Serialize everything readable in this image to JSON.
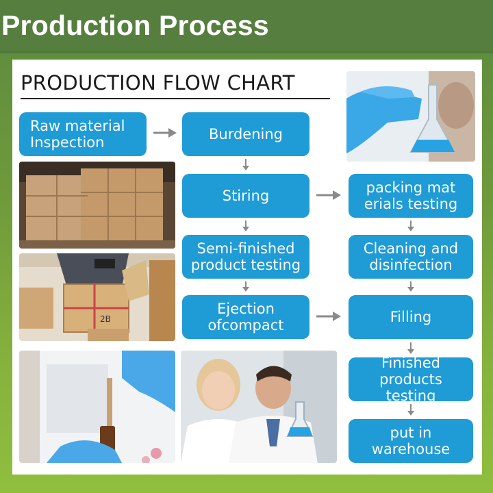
{
  "header": {
    "title": "Production Process"
  },
  "chart": {
    "title": "PRODUCTION FLOW CHART",
    "steps": {
      "raw_material": "Raw material\nInspection",
      "burdening": "Burdening",
      "stiring": "Stiring",
      "packing": "packing mat\nerials testing",
      "semi_finished": "Semi-finished\nproduct testing",
      "cleaning": "Cleaning and\ndisinfection",
      "ejection": "Ejection\nofcompact",
      "filling": "Filling",
      "finished": "Finished\nproducts testing",
      "warehouse": "put in\nwarehouse"
    }
  },
  "colors": {
    "box": "#1f9bd6",
    "arrow": "#8a8a8a",
    "header": "#567f3f"
  },
  "photos": [
    {
      "name": "lab-flask-photo"
    },
    {
      "name": "warehouse-boxes-photo"
    },
    {
      "name": "worker-scanning-photo"
    },
    {
      "name": "dropper-lab-photo"
    },
    {
      "name": "scientists-photo"
    }
  ]
}
